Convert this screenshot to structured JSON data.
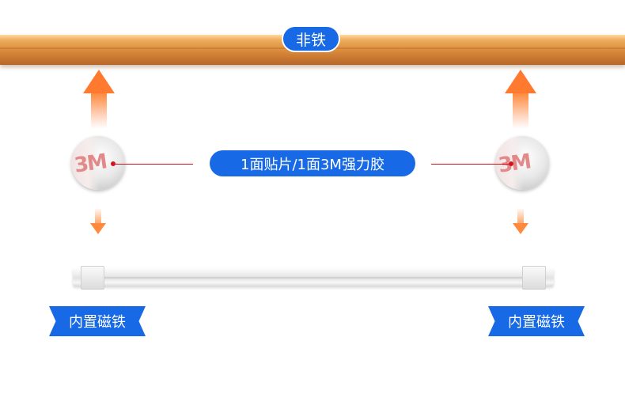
{
  "top_label": "非铁",
  "middle_label": "1面贴片/1面3M强力胶",
  "left_badge": "内置磁铁",
  "right_badge": "内置磁铁",
  "disk_mark": "3M",
  "colors": {
    "label_blue": "#1769e6",
    "arrow_orange": "#ff7a2e",
    "pointer_red": "#d2141e",
    "wood": "#e9a455"
  }
}
